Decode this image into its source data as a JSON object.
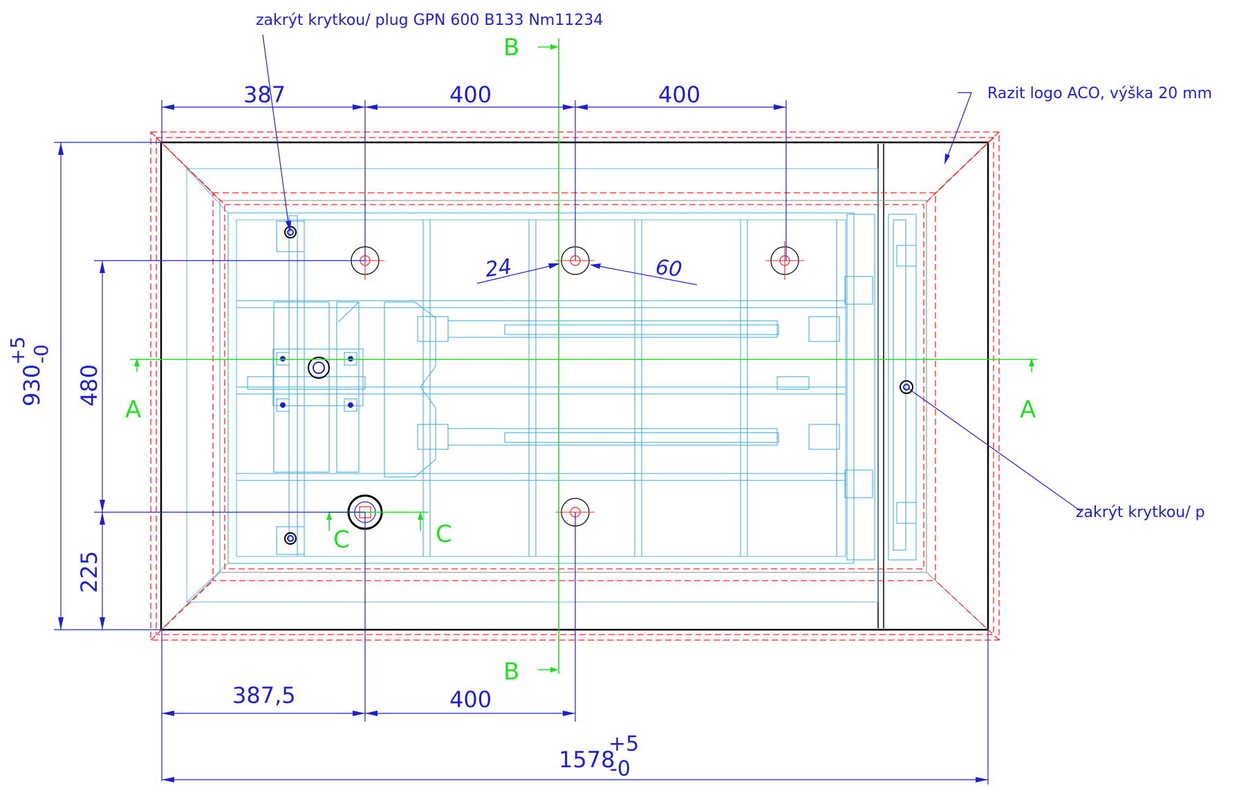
{
  "annotations": {
    "top_note": "zakrýt krytkou/ plug GPN 600 B133 Nm11234",
    "right_note": "zakrýt krytkou/ p",
    "logo_note": "Razit logo ACO, výška 20 mm"
  },
  "section_marks": {
    "a_left": "A",
    "a_right": "A",
    "b_top": "B",
    "b_bottom": "B",
    "c_left": "C",
    "c_right": "C"
  },
  "dimensions": {
    "top_1": "387",
    "top_2": "400",
    "top_3": "400",
    "bottom_1": "387,5",
    "bottom_2": "400",
    "overall_width": "1578",
    "overall_width_tol_upper": "+5",
    "overall_width_tol_lower": "-0",
    "overall_height": "930",
    "overall_height_tol_upper": "+5",
    "overall_height_tol_lower": "-0",
    "left_480": "480",
    "left_225": "225",
    "angle_left": "24",
    "angle_right": "60"
  },
  "colors": {
    "dimension": "#1f1fd0",
    "section": "#22dd22",
    "detail": "#3aa7d8",
    "hidden": "#ff2222",
    "frame": "#000000"
  }
}
